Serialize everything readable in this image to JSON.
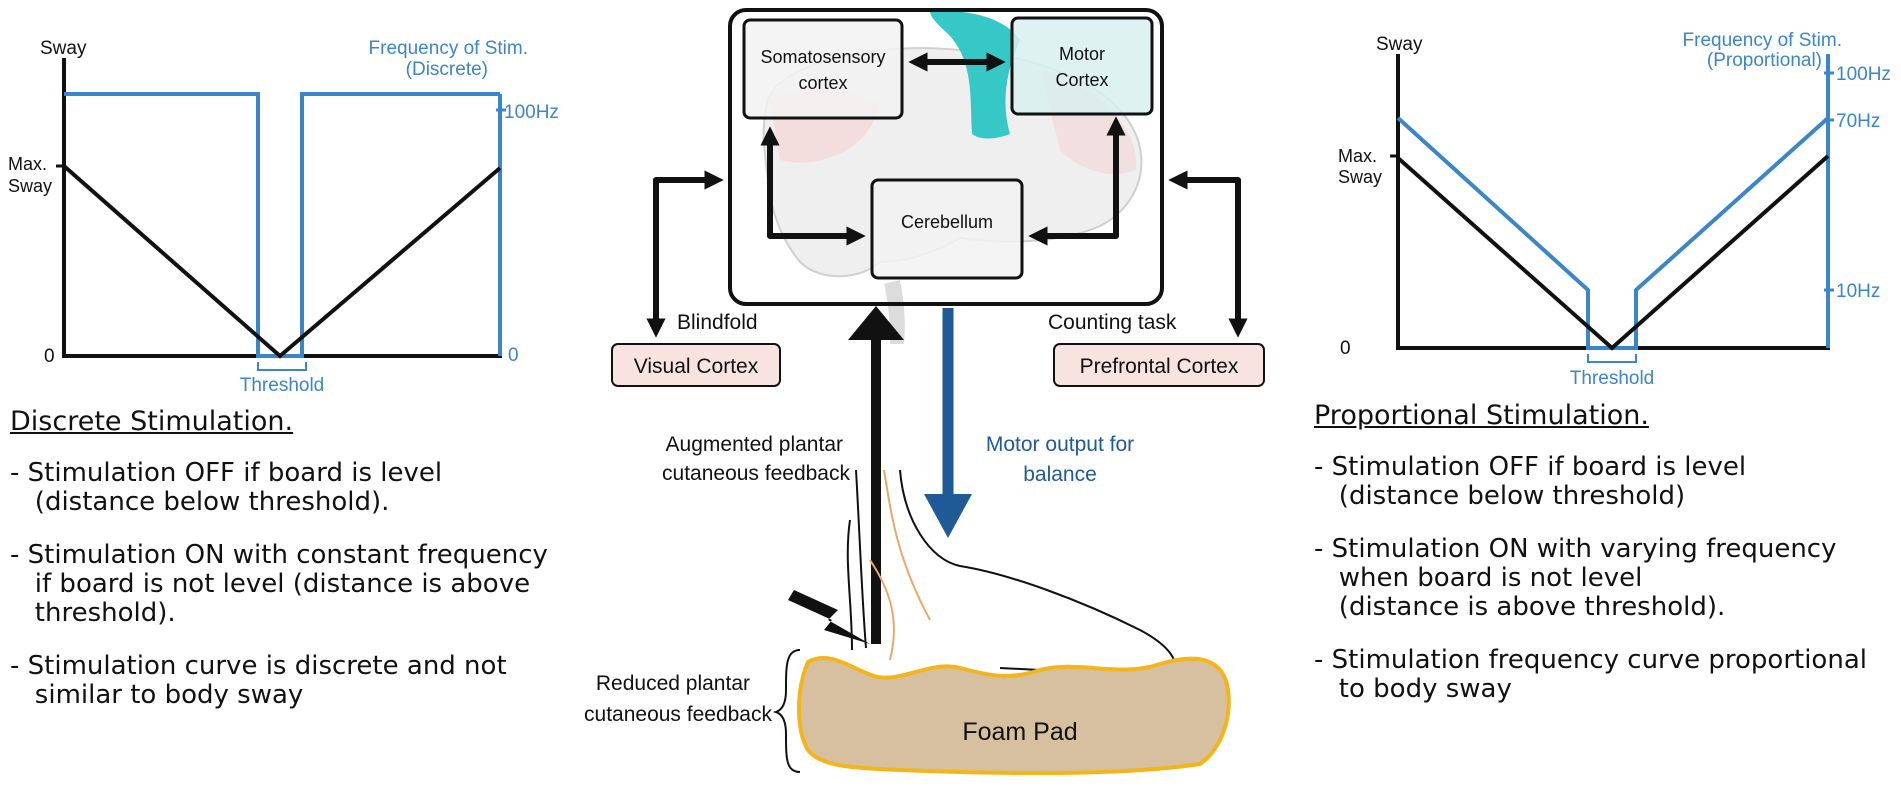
{
  "colors": {
    "black": "#111111",
    "blue": "#3a86c8",
    "dark_blue": "#1f5a96",
    "teal": "#35c8c6",
    "cortex_fill": "#f9e3e1",
    "foam_fill": "#d7c09f",
    "foam_border": "#f2b51c"
  },
  "left_graph": {
    "y_axis_label": "Sway",
    "right_axis_label_1": "Frequency of Stim.",
    "right_axis_label_2": "(Discrete)",
    "tick_max_sway_1": "Max.",
    "tick_max_sway_2": "Sway",
    "tick_zero": "0",
    "tick_100hz": "100Hz",
    "tick_right_zero": "0",
    "threshold": "Threshold"
  },
  "right_graph": {
    "y_axis_label": "Sway",
    "right_axis_label_1": "Frequency of Stim.",
    "right_axis_label_2": "(Proportional)",
    "tick_max_sway_1": "Max.",
    "tick_max_sway_2": "Sway",
    "tick_zero": "0",
    "tick_100hz": "100Hz",
    "tick_70hz": "70Hz",
    "tick_10hz": "10Hz",
    "threshold": "Threshold"
  },
  "discrete": {
    "heading": "Discrete Stimulation.",
    "bullets": [
      "- Stimulation OFF if board is level\n   (distance below threshold).",
      "- Stimulation ON with constant frequency\n   if board is not level (distance is above\n   threshold).",
      "- Stimulation curve is discrete and not\n   similar to body sway"
    ]
  },
  "proportional": {
    "heading": "Proportional Stimulation.",
    "bullets": [
      "- Stimulation OFF if board is level\n   (distance below threshold)",
      "- Stimulation ON with varying frequency\n   when board is not level\n   (distance is above threshold).",
      "- Stimulation frequency curve proportional\n   to body sway"
    ]
  },
  "diagram": {
    "somatosensory_1": "Somatosensory",
    "somatosensory_2": "cortex",
    "motor_1": "Motor",
    "motor_2": "Cortex",
    "cerebellum": "Cerebellum",
    "blindfold": "Blindfold",
    "visual_cortex": "Visual Cortex",
    "counting_task": "Counting task",
    "prefrontal_cortex": "Prefrontal Cortex",
    "augmented_1": "Augmented plantar",
    "augmented_2": "cutaneous feedback",
    "motor_output_1": "Motor output for",
    "motor_output_2": "balance",
    "reduced_1": "Reduced plantar",
    "reduced_2": "cutaneous feedback",
    "foam_pad": "Foam Pad"
  }
}
